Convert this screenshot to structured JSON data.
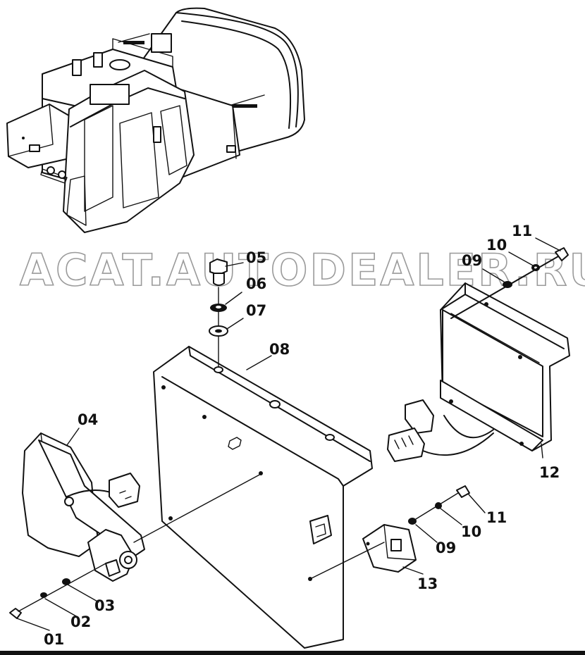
{
  "watermark": "ACAT.AUTODEALER.RU",
  "parts": [
    {
      "id": "01"
    },
    {
      "id": "02"
    },
    {
      "id": "03"
    },
    {
      "id": "04"
    },
    {
      "id": "05"
    },
    {
      "id": "06"
    },
    {
      "id": "07"
    },
    {
      "id": "08"
    },
    {
      "id": "09"
    },
    {
      "id": "10"
    },
    {
      "id": "11"
    },
    {
      "id": "12"
    },
    {
      "id": "13"
    },
    {
      "id": "09"
    },
    {
      "id": "10"
    },
    {
      "id": "11"
    }
  ],
  "colors": {
    "ink": "#111111",
    "watermark": "#9a9a9a",
    "background": "#ffffff"
  }
}
